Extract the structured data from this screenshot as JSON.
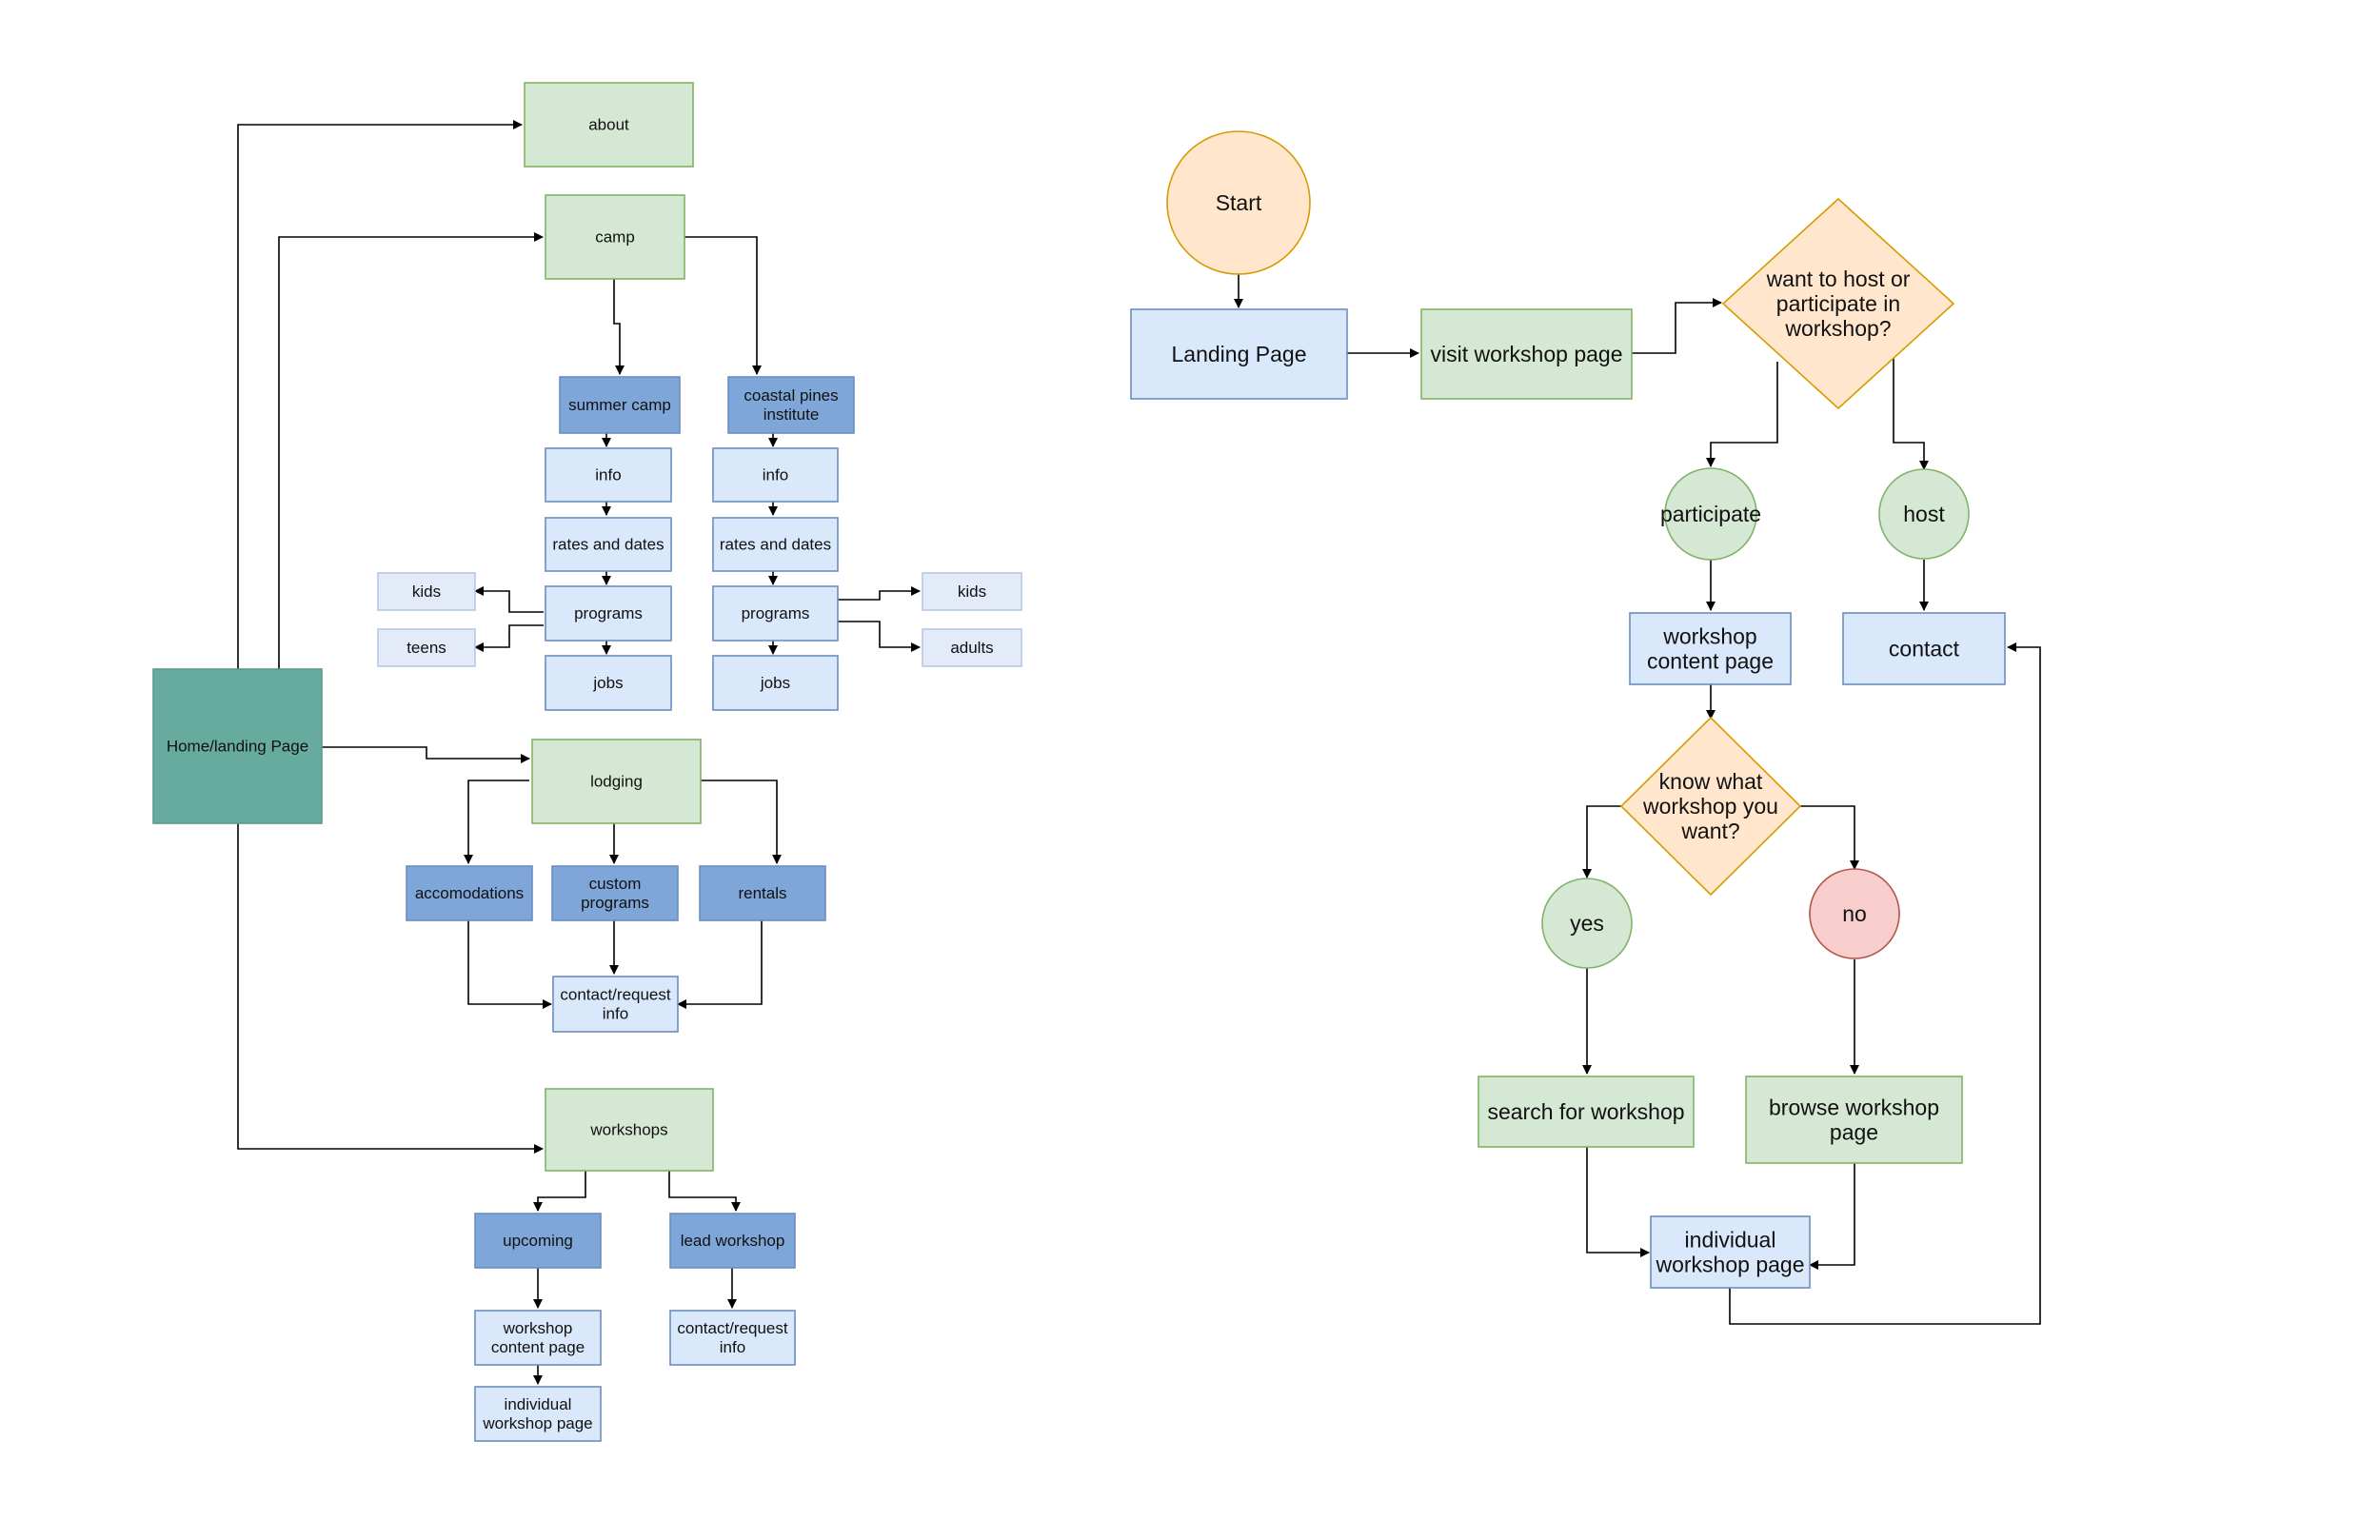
{
  "sitemap": {
    "home": "Home/landing Page",
    "about": "about",
    "camp": "camp",
    "summer_camp": "summer camp",
    "coastal_pines": [
      "coastal pines",
      "institute"
    ],
    "sc_info": "info",
    "sc_rates": "rates and dates",
    "sc_programs": "programs",
    "sc_jobs": "jobs",
    "sc_kids": "kids",
    "sc_teens": "teens",
    "cp_info": "info",
    "cp_rates": "rates and dates",
    "cp_programs": "programs",
    "cp_jobs": "jobs",
    "cp_kids": "kids",
    "cp_adults": "adults",
    "lodging": "lodging",
    "accomodations": "accomodations",
    "custom_programs": [
      "custom",
      "programs"
    ],
    "rentals": "rentals",
    "lodging_contact": [
      "contact/request",
      "info"
    ],
    "workshops": "workshops",
    "upcoming": "upcoming",
    "lead_workshop": "lead workshop",
    "ws_content": [
      "workshop",
      "content page"
    ],
    "ws_individual": [
      "individual",
      "workshop page"
    ],
    "lead_contact": [
      "contact/request",
      "info"
    ]
  },
  "flowchart": {
    "start": "Start",
    "landing": "Landing Page",
    "visit": "visit workshop page",
    "decision_host": [
      "want to host or",
      "participate in",
      "workshop?"
    ],
    "participate": "participate",
    "host": "host",
    "content_page": [
      "workshop",
      "content page"
    ],
    "contact": "contact",
    "decision_know": [
      "know what",
      "workshop you",
      "want?"
    ],
    "yes": "yes",
    "no": "no",
    "search": "search for workshop",
    "browse": [
      "browse workshop",
      "page"
    ],
    "individual": [
      "individual",
      "workshop page"
    ]
  }
}
